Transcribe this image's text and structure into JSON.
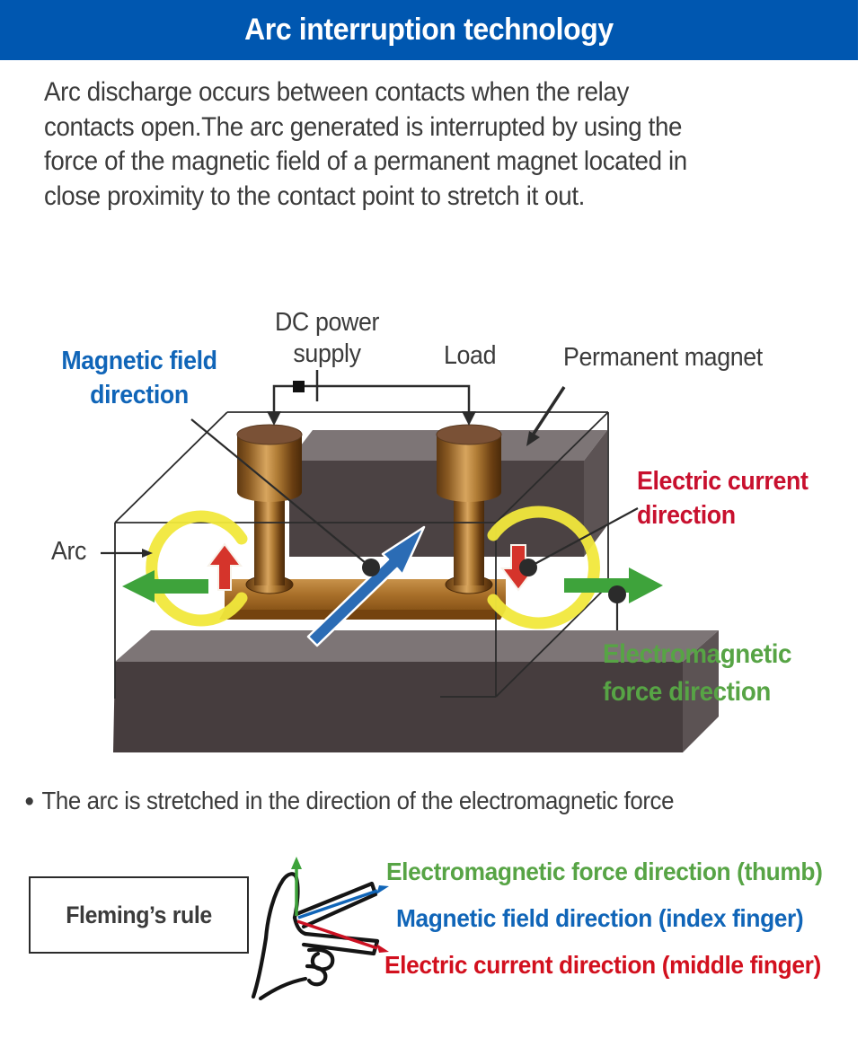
{
  "header": {
    "title": "Arc interruption technology",
    "bg_color": "#0057b0",
    "text_color": "#ffffff"
  },
  "intro": {
    "text": "Arc discharge occurs between contacts when the relay\ncontacts open.The arc generated is interrupted by using the\nforce of the magnetic field of a permanent magnet located in\nclose proximity to the contact point to stretch it out."
  },
  "diagram": {
    "labels": {
      "dc_power_supply": "DC power\nsupply",
      "load": "Load",
      "permanent_magnet": "Permanent magnet",
      "magnetic_field_direction": "Magnetic field\ndirection",
      "arc": "Arc",
      "electric_current_direction": "Electric current\ndirection",
      "electromagnetic_force_direction": "Electromagnetic\nforce direction"
    },
    "colors": {
      "magnetic_field_blue": "#1065b8",
      "electric_current_red": "#c8102e",
      "electromagnetic_force_green": "#57a445",
      "arc_glow_yellow": "#f1e83c",
      "copper": "#b8813c",
      "magnet_body": "#4a4142",
      "wire_black": "#2b2b2b"
    }
  },
  "note": {
    "bullet": "●",
    "text": "The arc is stretched in the direction of the electromagnetic force"
  },
  "fleming": {
    "box_label": "Fleming’s rule",
    "legend": [
      {
        "text": "Electromagnetic force direction (thumb)",
        "color": "#57a445"
      },
      {
        "text": "Magnetic field direction (index finger)",
        "color": "#1065b8"
      },
      {
        "text": "Electric current direction (middle finger)",
        "color": "#d2101e"
      }
    ]
  }
}
